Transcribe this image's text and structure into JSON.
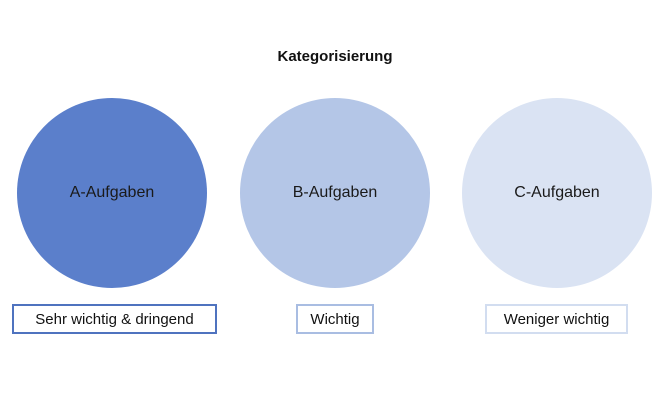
{
  "title": "Kategorisierung",
  "categories": [
    {
      "circle_label": "A-Aufgaben",
      "box_label": "Sehr wichtig & dringend",
      "circle_color": "#5b7fcb",
      "border_color": "#4f73bf"
    },
    {
      "circle_label": "B-Aufgaben",
      "box_label": "Wichtig",
      "circle_color": "#b4c6e7",
      "border_color": "#a9bde2"
    },
    {
      "circle_label": "C-Aufgaben",
      "box_label": "Weniger wichtig",
      "circle_color": "#dae3f3",
      "border_color": "#d2ddf0"
    }
  ]
}
